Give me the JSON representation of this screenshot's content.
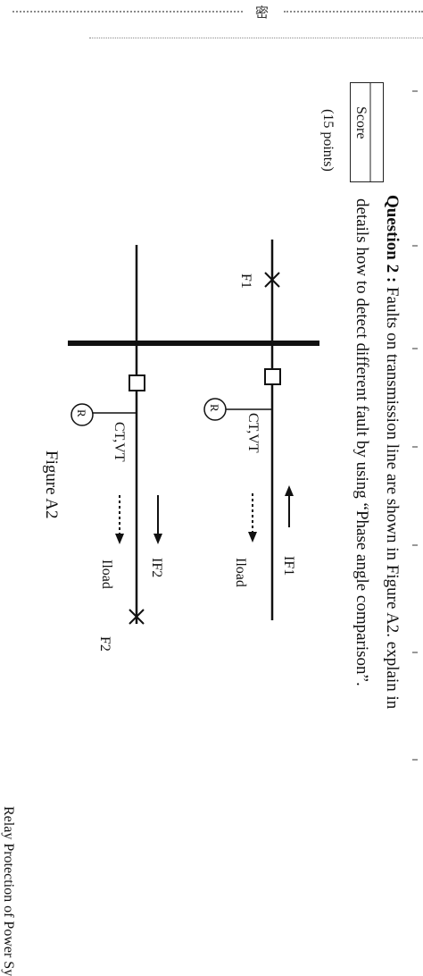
{
  "header": {
    "seal_char": "密"
  },
  "score_box": {
    "label": "Score"
  },
  "points": "(15 points)",
  "question": {
    "label": "Question 2 :",
    "line1": "Faults on transmission line are shown in Figure A2. explain in",
    "line2": "details how to detect different fault by using “Phase angle comparison”."
  },
  "figure": {
    "caption": "Figure A2",
    "f1": "F1",
    "f2": "F2",
    "relay": "R",
    "ctvt": "CT,VT",
    "if1": "IF1",
    "if2": "IF2",
    "iload": "Iload"
  },
  "footer": {
    "partial_text": "Relay Protection of Power Sy"
  }
}
